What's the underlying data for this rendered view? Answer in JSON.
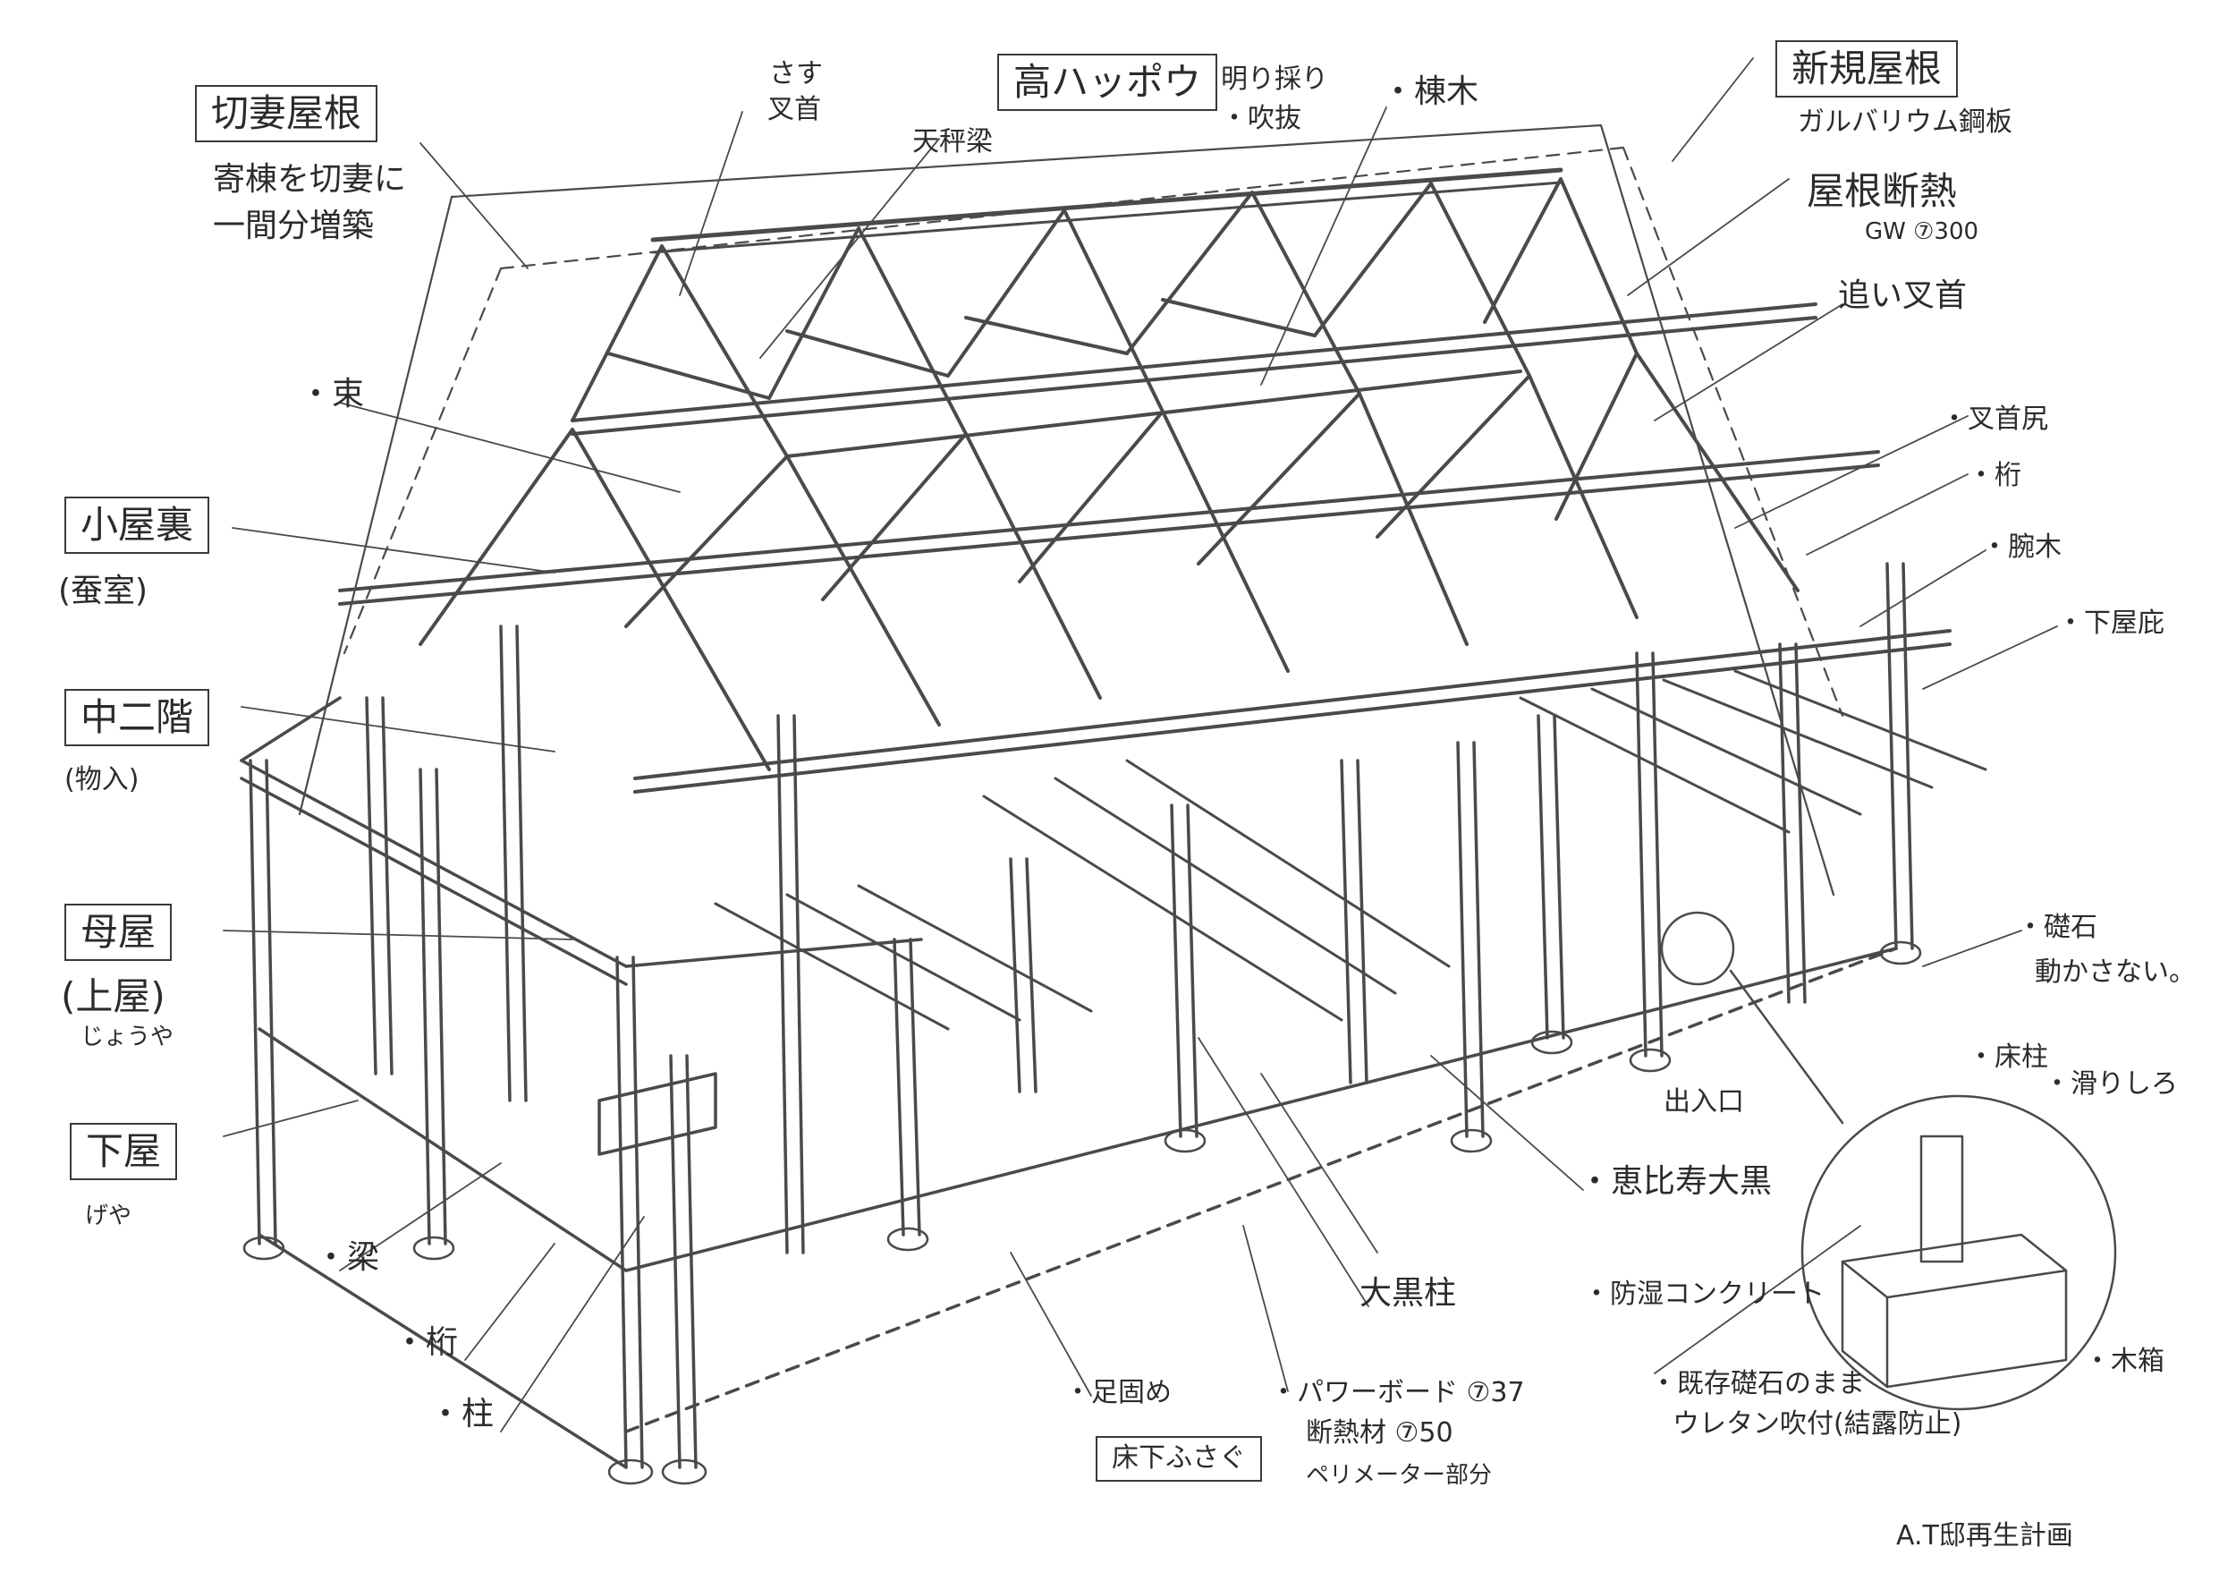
{
  "labels": {
    "kirizuma": "切妻屋根",
    "kirizuma_note1": "寄棟を切妻に",
    "kirizuma_note2": "一間分増築",
    "sasu": "さす",
    "sasu2": "叉首",
    "tenbinbari": "天秤梁",
    "takahappou": "高ハッポウ",
    "akaritori": "明り採り",
    "fukinuke": "・吹抜",
    "munagi": "・棟木",
    "shinki_yane": "新規屋根",
    "galvalume": "ガルバリウム鋼板",
    "yane_dannetsu": "屋根断熱",
    "gw": "GW ⑦300",
    "oi_sasu": "追い叉首",
    "tsuka": "・束",
    "koyaura": "小屋裏",
    "sanshitsu": "(蚕室)",
    "sasujiri": "・叉首尻",
    "keta_r": "・桁",
    "udegi": "・腕木",
    "shitayane_r": "・下屋庇",
    "naka2kai": "中二階",
    "monoire": "(物入)",
    "omoya": "母屋",
    "joya": "(上屋)",
    "joya_kana": "じょうや",
    "soseki": "・礎石",
    "ugokasanai": "動かさない。",
    "shitaya": "下屋",
    "geya": "げや",
    "deiriguchi": "出入口",
    "hari": "・梁",
    "keta_l": "・桁",
    "hashira": "・柱",
    "ebisu": "・恵比寿大黒",
    "tokobashira": "・床柱",
    "suberishiro": "・滑りしろ",
    "daikoku": "大黒柱",
    "bousitsu": "・防湿コンクリート",
    "kibako": "・木箱",
    "ashigatame": "・足固め",
    "power_board": "・パワーボード ⑦37",
    "dannetsu_zai": "断熱材 ⑦50",
    "perimeter": "ペリメーター部分",
    "yukashita": "床下ふさぐ",
    "kizon_soseki": "・既存礎石のまま",
    "uretan": "ウレタン吹付(結露防止)",
    "signature": "A.T邸再生計画"
  },
  "colors": {
    "ink": "#3a3a3a",
    "paper": "#ffffff"
  }
}
